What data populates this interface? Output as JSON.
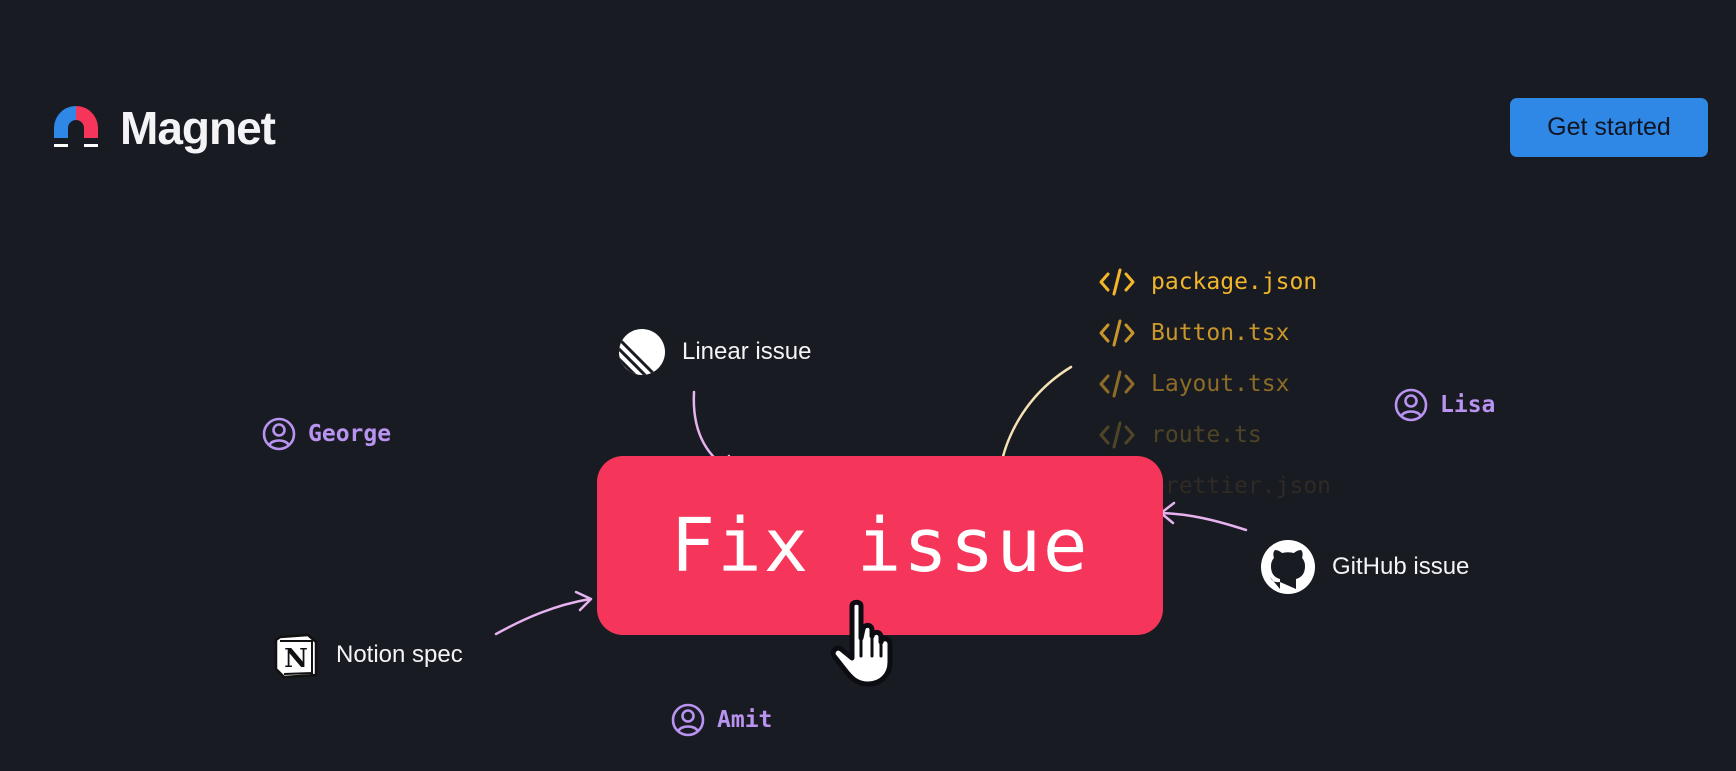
{
  "header": {
    "brand": "Magnet",
    "cta_label": "Get started"
  },
  "hero": {
    "action_label": "Fix issue"
  },
  "sources": [
    {
      "label": "Linear issue",
      "icon": "linear-icon"
    },
    {
      "label": "Notion spec",
      "icon": "notion-icon"
    },
    {
      "label": "GitHub issue",
      "icon": "github-icon"
    }
  ],
  "people": [
    {
      "name": "George",
      "icon": "user-icon"
    },
    {
      "name": "Amit",
      "icon": "user-icon"
    },
    {
      "name": "Lisa",
      "icon": "user-icon"
    }
  ],
  "files": [
    {
      "name": "package.json",
      "icon": "code-icon"
    },
    {
      "name": "Button.tsx",
      "icon": "code-icon"
    },
    {
      "name": "Layout.tsx",
      "icon": "code-icon"
    },
    {
      "name": "route.ts",
      "icon": "code-icon"
    },
    {
      "name": "prettier.json",
      "icon": "code-icon"
    }
  ],
  "colors": {
    "background": "#191b23",
    "accent_red": "#f5355a",
    "accent_blue": "#2f87e6",
    "people_purple": "#b893f0",
    "file_gold": "#f3b62b"
  }
}
